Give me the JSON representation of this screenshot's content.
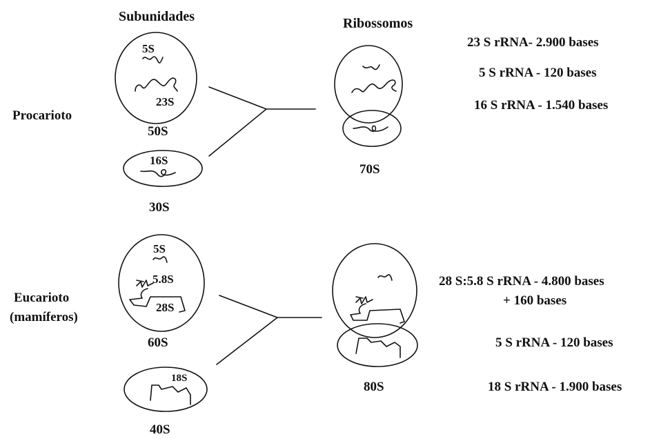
{
  "headers": {
    "subunits": "Subunidades",
    "ribosomes": "Ribossomos"
  },
  "prokaryote": {
    "organism": "Procarioto",
    "large_subunit": {
      "label": "50S",
      "rna_small": "5S",
      "rna_large": "23S"
    },
    "small_subunit": {
      "label": "30S",
      "rna": "16S"
    },
    "ribosome": {
      "label": "70S"
    },
    "rna_sizes": [
      "23 S rRNA- 2.900 bases",
      "5 S rRNA - 120 bases",
      "16 S rRNA - 1.540 bases"
    ]
  },
  "eukaryote": {
    "organism_line1": "Eucarioto",
    "organism_line2": "(mamíferos)",
    "large_subunit": {
      "label": "60S",
      "rna_small": "5S",
      "rna_mid": "5.8S",
      "rna_large": "28S"
    },
    "small_subunit": {
      "label": "40S",
      "rna": "18S"
    },
    "ribosome": {
      "label": "80S"
    },
    "rna_sizes": {
      "line1": "28 S:5.8 S rRNA - 4.800 bases",
      "line2": "+ 160 bases",
      "line3": "5 S rRNA - 120 bases",
      "line4": "18 S rRNA - 1.900 bases"
    }
  },
  "colors": {
    "ink": "#111111",
    "background": "#ffffff"
  }
}
